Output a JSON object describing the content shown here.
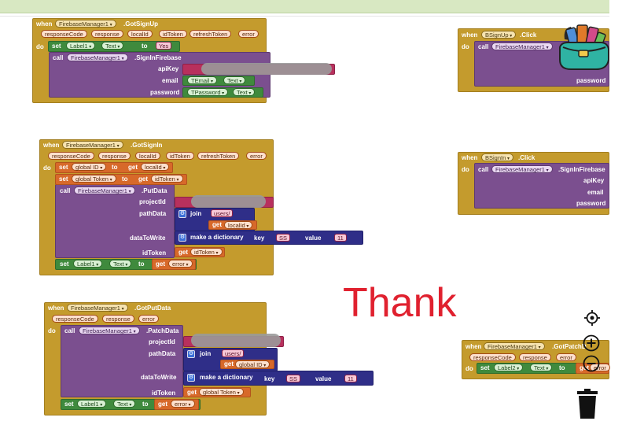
{
  "kw": {
    "when": "when",
    "do": "do",
    "call": "call",
    "set": "set",
    "to": "to",
    "get": "get",
    "join": "join",
    "key": "key",
    "value": "value",
    "make_dict": "make a dictionary"
  },
  "params": {
    "responseCode": "responseCode",
    "response": "response",
    "localId": "localId",
    "idToken": "idToken",
    "refreshToken": "refreshToken",
    "error": "error"
  },
  "block1": {
    "component": "FirebaseManager1",
    "event": ".GotSignUp",
    "label": "Label1",
    "prop": "Text",
    "value": "Yes",
    "method": ".SignInFirebase",
    "apiKey": "apiKey",
    "email": "email",
    "password": "password",
    "email_comp": "TEmail",
    "password_comp": "TPassword"
  },
  "block2": {
    "component": "FirebaseManager1",
    "event": ".GotSignIn",
    "global_id": "global ID",
    "global_token": "global Token",
    "method": ".PutData",
    "projectId": "projectId",
    "pathData": "pathData",
    "dataToWrite": "dataToWrite",
    "idToken_lbl": "idToken",
    "path_str": "users/",
    "key_str": "SS",
    "value_str": "11",
    "label": "Label1",
    "prop": "Text"
  },
  "block3": {
    "component": "FirebaseManager1",
    "event": ".GotPutData",
    "method": ".PatchData",
    "projectId": "projectId",
    "pathData": "pathData",
    "dataToWrite": "dataToWrite",
    "idToken_lbl": "idToken",
    "path_str": "users/",
    "global_id": "global ID",
    "global_token": "global Token",
    "key_str": "SS",
    "value_str": "11",
    "label": "Label1",
    "prop": "Text"
  },
  "block4": {
    "button": "BSignUp",
    "event": ".Click",
    "component": "FirebaseManager1",
    "password": "password"
  },
  "block5": {
    "button": "BSignIn",
    "event": ".Click",
    "component": "FirebaseManager1",
    "method": ".SignInFirebase",
    "apiKey": "apiKey",
    "email": "email",
    "password": "password"
  },
  "block6": {
    "component": "FirebaseManager1",
    "event": ".GotPatchD",
    "label": "Label2",
    "prop": "Text",
    "error_short": "error"
  },
  "overlay_text": "Thank",
  "colors": {
    "event": "#c49b2d",
    "procedure": "#7b4f8f",
    "setter": "#3f8a3d",
    "getter": "#d7692a",
    "text": "#b8305d",
    "dictionary": "#2f2e88",
    "thank": "#e0212f"
  },
  "icons": [
    "target-icon",
    "zoom-in-icon",
    "zoom-out-icon",
    "trash-icon",
    "bag-image"
  ]
}
